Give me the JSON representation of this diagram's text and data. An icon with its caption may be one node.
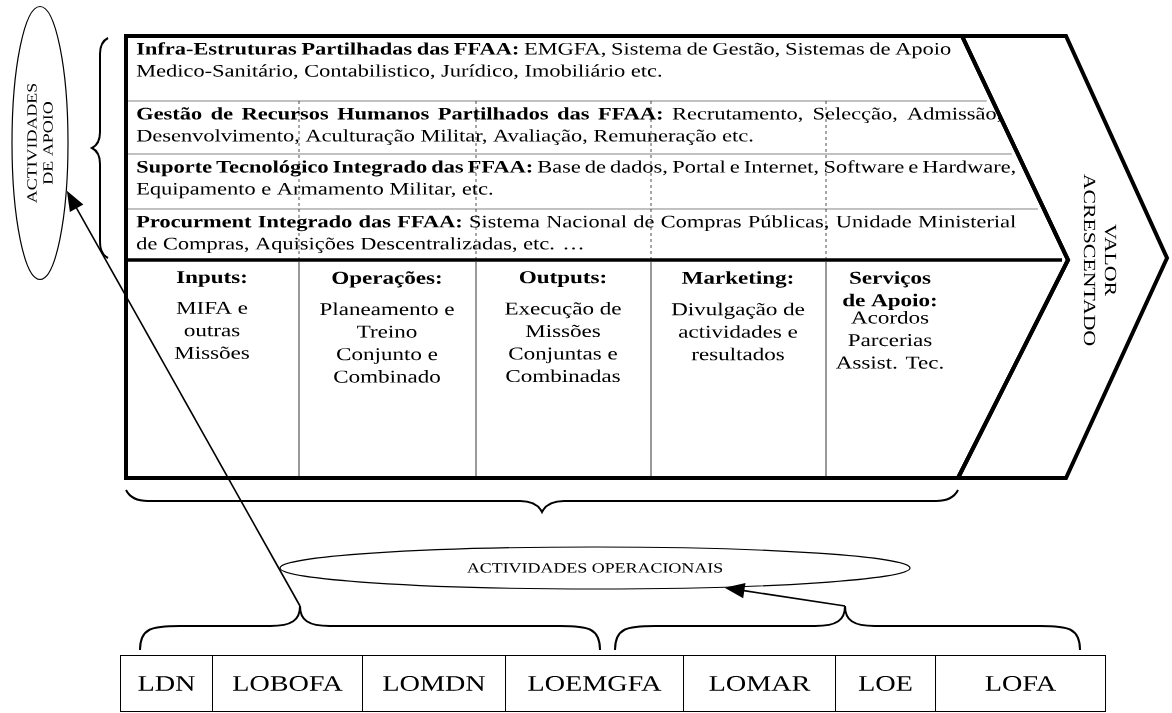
{
  "diagram": {
    "nodes": [
      {
        "text": [
          "ACTIVIDADES DE APOIO"
        ]
      },
      {
        "text": [
          "**Infra-Estruturas Partilhadas das FFAA:** EMGFA, Sistema de Gestão, Sistemas de Apoio Medico-Sanitário, Contabilistico, Jurídico, Imobiliário etc."
        ]
      },
      {
        "text": [
          "**Gestão de Recursos Humanos Partilhados das FFAA:** Recrutamento, Selecção, Admissão, Desenvolvimento, Aculturação Militar, Avaliação, Remuneração etc."
        ]
      },
      {
        "text": [
          "**Suporte Tecnológico Integrado das FFAA:** Base de dados, Portal e Internet, Software e Hardware, Equipamento e Armamento Militar, etc."
        ]
      },
      {
        "text": [
          "**Procurment Integrado das FFAA:** Sistema Nacional de Compras Públicas, Unidade Ministerial de Compras, Aquisições Descentralizadas, etc. …"
        ]
      },
      {
        "text": [
          "Inputs:",
          "MIFA e outras Missões"
        ]
      },
      {
        "text": [
          "Operações:",
          "Planeamento e Treino Conjunto e Combinado"
        ]
      },
      {
        "text": [
          "Outputs:",
          "Execução de Missões Conjuntas e Combinadas"
        ]
      },
      {
        "text": [
          "Marketing:",
          "Divulgação de actividades e resultados"
        ]
      },
      {
        "text": [
          "Serviços de Apoio:",
          "Acordos Parcerias Assist. Tec."
        ]
      },
      {
        "text": [
          "VALOR ACRESCENTADO"
        ]
      },
      {
        "text": [
          "ACTIVIDADES OPERACIONAIS"
        ]
      },
      {
        "text": [],
        "shape": "brace"
      },
      {
        "text": [],
        "shape": "brace"
      },
      {
        "text": [
          "LDN"
        ]
      },
      {
        "text": [
          "LOBOFA"
        ]
      },
      {
        "text": [
          "LOMDN"
        ]
      },
      {
        "text": [
          "LOEMGFA"
        ]
      },
      {
        "text": [
          "LOMAR"
        ]
      },
      {
        "text": [
          "LOE"
        ]
      },
      {
        "text": [
          "LOFA"
        ]
      }
    ],
    "edges": [
      {
        "from": 12,
        "to": 0,
        "arrow": "to"
      },
      {
        "from": 13,
        "to": 11,
        "arrow": "to"
      }
    ]
  }
}
